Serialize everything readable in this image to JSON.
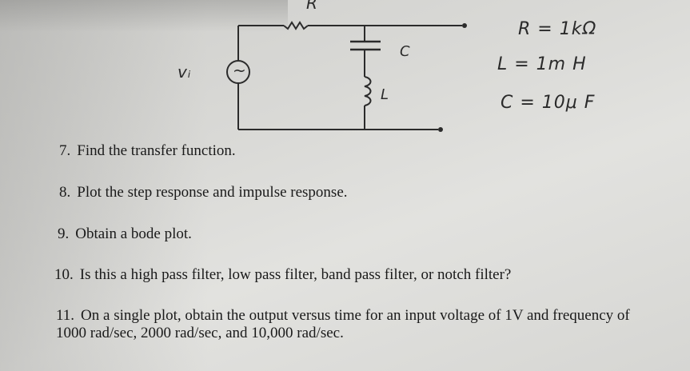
{
  "circuit": {
    "resistor_label": "R",
    "capacitor_label": "C",
    "inductor_label": "L",
    "source_label": "vᵢ",
    "source_symbol": "~"
  },
  "values": {
    "r": "R = 1kΩ",
    "l": "L = 1m H",
    "c": "C = 10μ F"
  },
  "questions": [
    {
      "num": "7.",
      "text": "Find the transfer function."
    },
    {
      "num": "8.",
      "text": "Plot the step response and impulse response."
    },
    {
      "num": "9.",
      "text": "Obtain a bode plot."
    },
    {
      "num": "10.",
      "text": "Is this a high pass filter, low pass filter, band pass filter, or notch filter?"
    },
    {
      "num": "11.",
      "text": "On a single plot, obtain the output versus time for an input voltage of 1V and frequency of 1000 rad/sec, 2000 rad/sec, and 10,000 rad/sec."
    }
  ]
}
